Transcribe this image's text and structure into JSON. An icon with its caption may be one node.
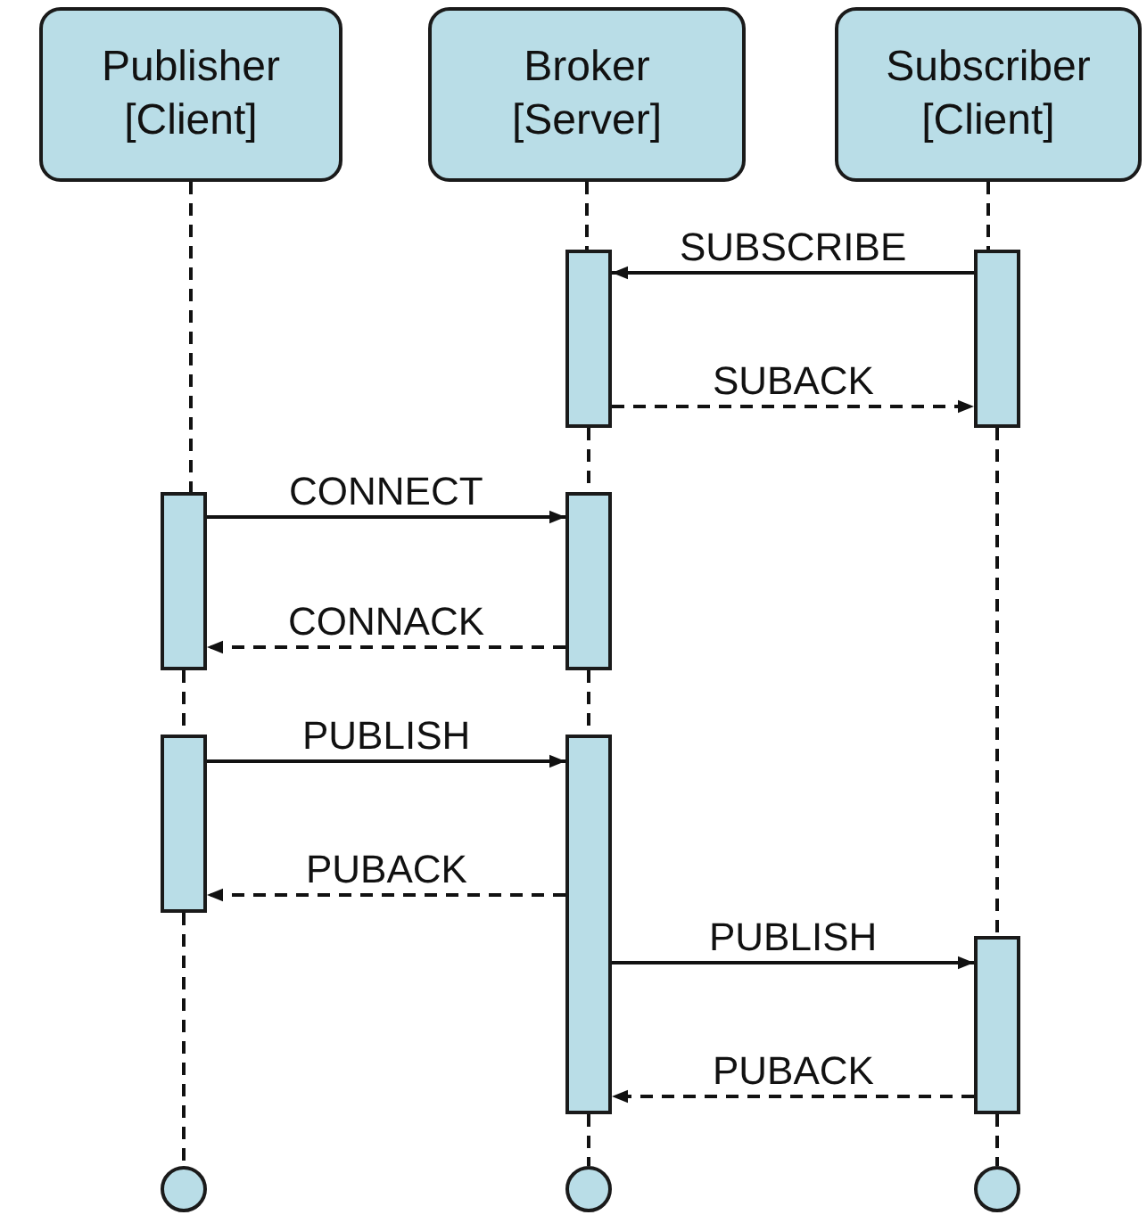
{
  "diagram": {
    "nodes": [
      {
        "text": [
          "Publisher [Client]"
        ]
      },
      {
        "text": [
          "Broker [Server]"
        ]
      },
      {
        "text": [
          "Subscriber [Client]"
        ]
      },
      {
        "text": [],
        "shape": "bar"
      },
      {
        "text": [],
        "shape": "bar"
      },
      {
        "text": [],
        "shape": "bar"
      },
      {
        "text": [],
        "shape": "bar"
      },
      {
        "text": [],
        "shape": "bar"
      },
      {
        "text": [],
        "shape": "bar"
      },
      {
        "text": [],
        "shape": "bar"
      },
      {
        "text": [],
        "shape": "circle"
      },
      {
        "text": [],
        "shape": "circle"
      },
      {
        "text": [],
        "shape": "circle"
      }
    ],
    "edges": [
      {
        "from": 0,
        "to": 5,
        "arrow": "none",
        "style": "dashed"
      },
      {
        "from": 5,
        "to": 7,
        "arrow": "none",
        "style": "dashed"
      },
      {
        "from": 7,
        "to": 10,
        "arrow": "none",
        "style": "dashed"
      },
      {
        "from": 1,
        "to": 3,
        "arrow": "none",
        "style": "dashed"
      },
      {
        "from": 3,
        "to": 6,
        "arrow": "none",
        "style": "dashed"
      },
      {
        "from": 6,
        "to": 8,
        "arrow": "none",
        "style": "dashed"
      },
      {
        "from": 8,
        "to": 11,
        "arrow": "none",
        "style": "dashed"
      },
      {
        "from": 2,
        "to": 4,
        "arrow": "none",
        "style": "dashed"
      },
      {
        "from": 4,
        "to": 9,
        "arrow": "none",
        "style": "dashed"
      },
      {
        "from": 9,
        "to": 12,
        "arrow": "none",
        "style": "dashed"
      },
      {
        "from": 4,
        "to": 3,
        "arrow": "to",
        "label": "SUBSCRIBE"
      },
      {
        "from": 3,
        "to": 4,
        "arrow": "to",
        "label": "SUBACK",
        "style": "dashed"
      },
      {
        "from": 5,
        "to": 6,
        "arrow": "to",
        "label": "CONNECT"
      },
      {
        "from": 6,
        "to": 5,
        "arrow": "to",
        "label": "CONNACK",
        "style": "dashed"
      },
      {
        "from": 7,
        "to": 8,
        "arrow": "to",
        "label": "PUBLISH"
      },
      {
        "from": 8,
        "to": 7,
        "arrow": "to",
        "label": "PUBACK",
        "style": "dashed"
      },
      {
        "from": 8,
        "to": 9,
        "arrow": "to",
        "label": "PUBLISH"
      },
      {
        "from": 9,
        "to": 8,
        "arrow": "to",
        "label": "PUBACK",
        "style": "dashed"
      }
    ]
  }
}
